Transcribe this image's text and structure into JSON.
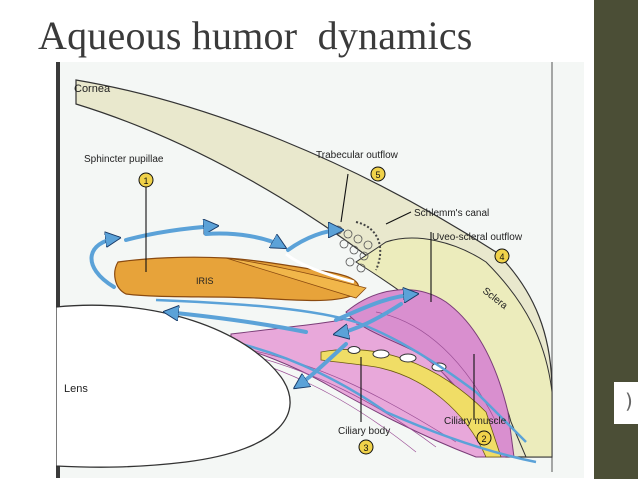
{
  "slide": {
    "title": "Aqueous humor  dynamics",
    "sidebar_mark": ")"
  },
  "colors": {
    "sidebar": "#4b4e36",
    "aqueous_flow": "#5ba2d8",
    "iris": "#e7a33a",
    "ciliary": "#e8a8da",
    "sclera": "#ececbc",
    "cornea": "#e9e8cd"
  },
  "diagram": {
    "labels": {
      "cornea": "Cornea",
      "sphincter": "Sphincter pupillae",
      "trabecular": "Trabecular outflow",
      "schlemm": "Schlemm's canal",
      "uveo": "Uveo-scleral outflow",
      "sclera": "Sclera",
      "iris": "IRIS",
      "lens": "Lens",
      "ciliary_body": "Ciliary body",
      "ciliary_muscle": "Ciliary muscle"
    },
    "markers": {
      "sphincter": "1",
      "ciliary_muscle": "2",
      "ciliary_body": "3",
      "uveo": "4",
      "trabecular": "5"
    }
  }
}
